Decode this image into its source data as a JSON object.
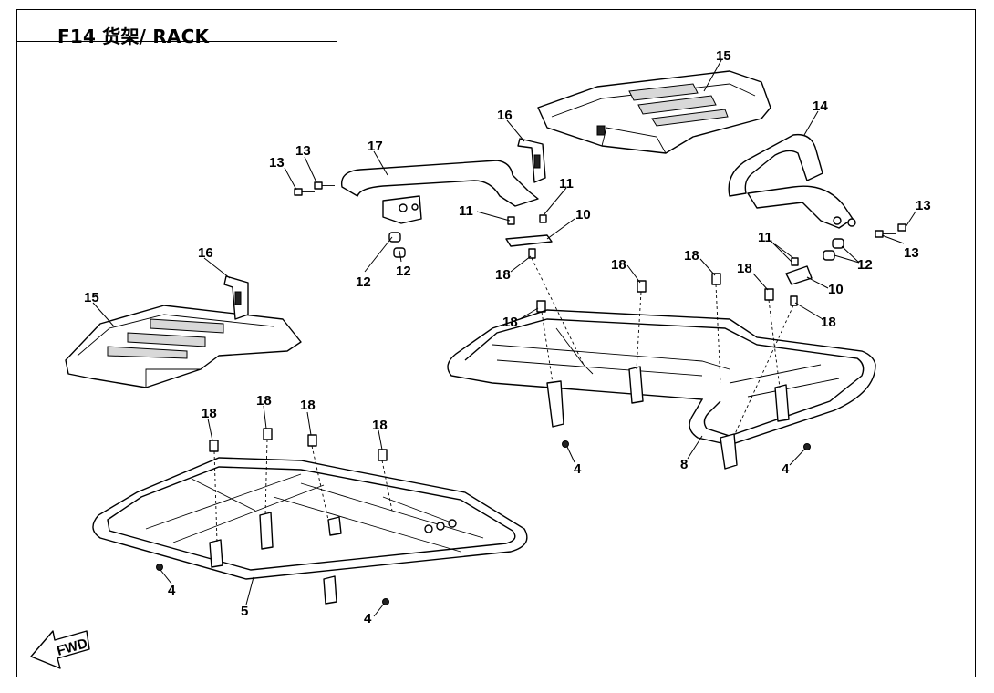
{
  "header": {
    "title": "F14 货架/ RACK"
  },
  "fwd_label": "FWD",
  "callouts": {
    "c_15_top": "15",
    "c_14": "14",
    "c_16_top": "16",
    "c_17": "17",
    "c_13_a": "13",
    "c_13_b": "13",
    "c_13_c": "13",
    "c_13_d": "13",
    "c_11_a": "11",
    "c_11_b": "11",
    "c_11_c": "11",
    "c_10_a": "10",
    "c_10_b": "10",
    "c_12_a": "12",
    "c_12_b": "12",
    "c_12_c": "12",
    "c_18_a": "18",
    "c_18_b": "18",
    "c_18_c": "18",
    "c_18_d": "18",
    "c_18_e": "18",
    "c_18_f": "18",
    "c_18_g": "18",
    "c_18_h": "18",
    "c_18_i": "18",
    "c_18_j": "18",
    "c_16_left": "16",
    "c_15_left": "15",
    "c_4_a": "4",
    "c_4_b": "4",
    "c_4_c": "4",
    "c_4_d": "4",
    "c_8": "8",
    "c_5": "5"
  }
}
